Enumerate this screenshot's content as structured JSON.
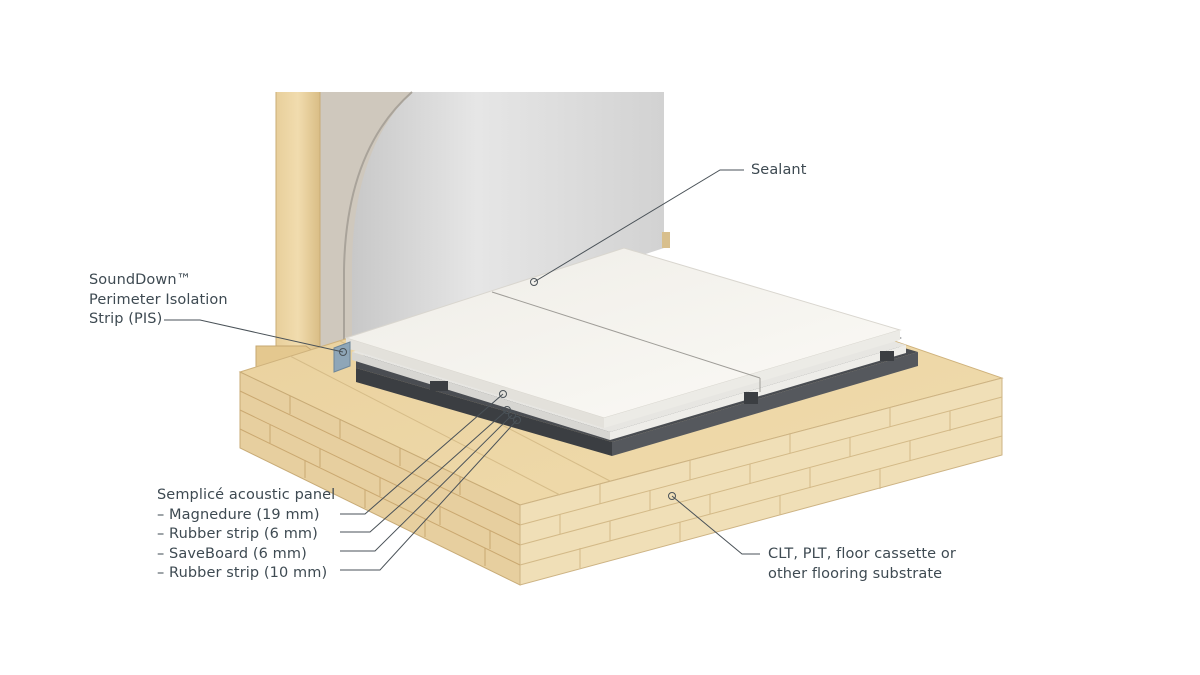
{
  "labels": {
    "sealant": "Sealant",
    "pis": [
      "SoundDown™",
      "Perimeter Isolation",
      "Strip (PIS)"
    ],
    "panel_title": "Semplicé acoustic panel",
    "panel_layers": [
      "–  Magnedure (19 mm)",
      "–  Rubber strip (6 mm)",
      "–  SaveBoard (6 mm)",
      "–  Rubber strip (10 mm)"
    ],
    "substrate": [
      "CLT, PLT, floor cassette or",
      "other flooring substrate"
    ]
  },
  "colors": {
    "text": "#3e4a52",
    "leader": "#4a5258",
    "wood": "#e9d3a4",
    "panel": "#f6f4ef",
    "rubber": "#4a4d52",
    "wall": "#dcdcdc"
  }
}
